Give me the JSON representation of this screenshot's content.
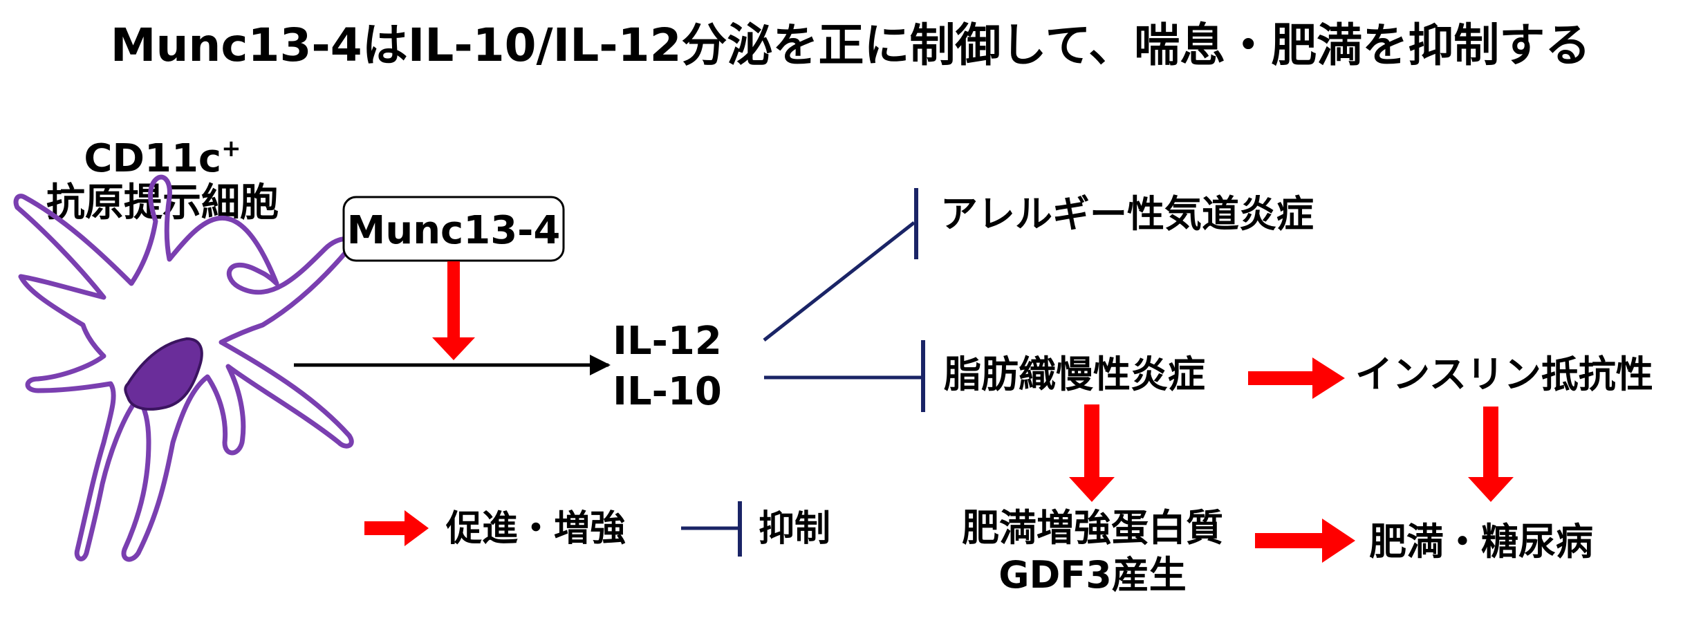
{
  "title": "Munc13-4はIL-10/IL-12分泌を正に制御して、喘息・肥満を抑制する",
  "cell": {
    "label_line1": "CD11c",
    "label_sup": "+",
    "label_line2": "抗原提示細胞"
  },
  "regulator": {
    "label": "Munc13-4"
  },
  "cytokines": {
    "il12": "IL-12",
    "il10": "IL-10"
  },
  "outcomes": {
    "allergy": "アレルギー性気道炎症",
    "adipose": "脂肪織慢性炎症",
    "insulin": "インスリン抵抗性",
    "gdf3_line1": "肥満増強蛋白質",
    "gdf3_line2": "GDF3産生",
    "obesity": "肥満・糖尿病"
  },
  "legend": {
    "promote": "促進・増強",
    "inhibit": "抑制"
  },
  "colors": {
    "promote": "#ff0000",
    "inhibit": "#1a2466",
    "cell_outline": "#7a3fb0",
    "nucleus": "#6a2d9a",
    "text": "#000000"
  }
}
